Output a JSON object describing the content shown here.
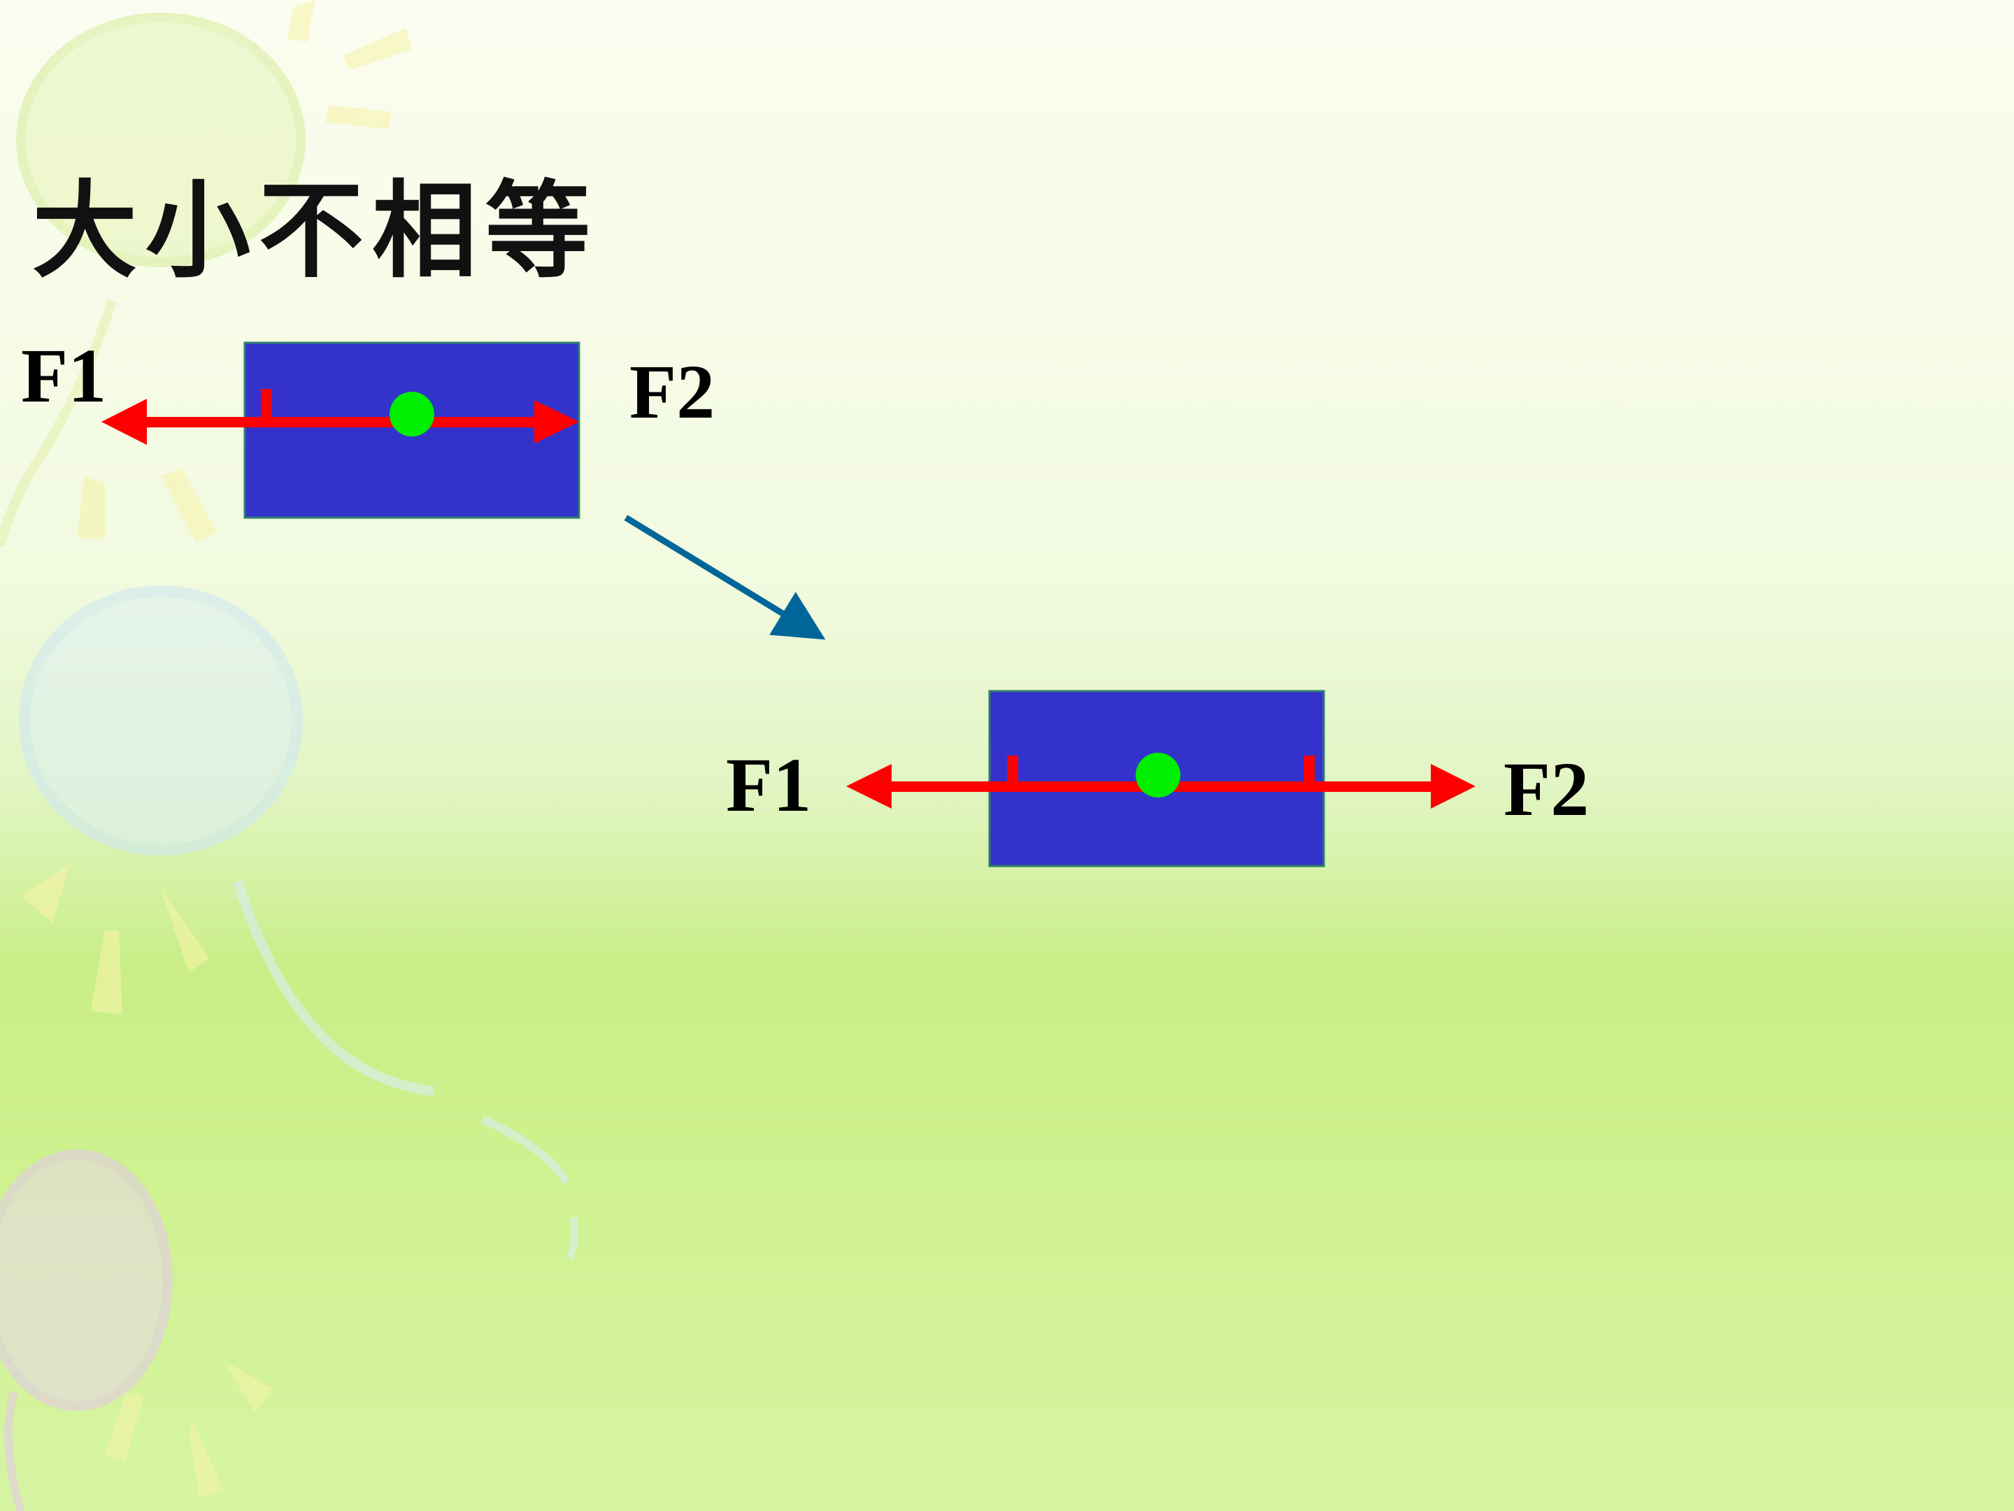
{
  "title": "大小不相等",
  "labels": {
    "top_f1": "F1",
    "top_f2": "F2",
    "bottom_f1": "F1",
    "bottom_f2": "F2"
  },
  "colors": {
    "block": "#3333cc",
    "force_arrow": "#ff0000",
    "center_dot": "#00ee00",
    "transition_arrow": "#006699"
  }
}
